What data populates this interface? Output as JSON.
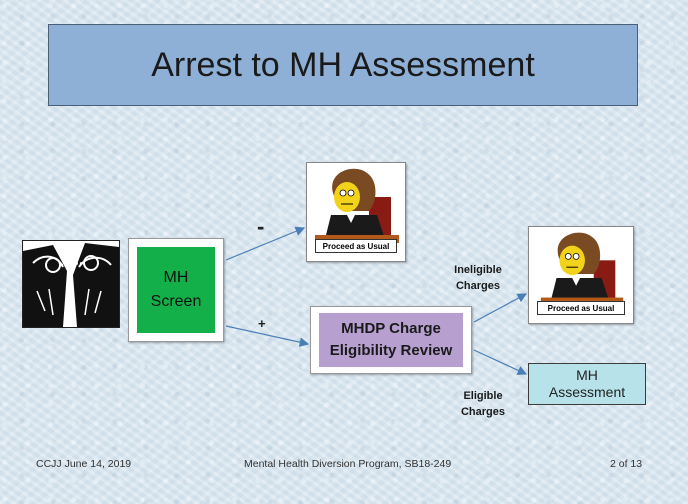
{
  "title": "Arrest to MH Assessment",
  "mh_screen": {
    "line1": "MH",
    "line2": "Screen"
  },
  "judge_label": "Proceed as Usual",
  "review": {
    "line1": "MHDP Charge",
    "line2": "Eligibility Review"
  },
  "assessment": {
    "line1": "MH",
    "line2": "Assessment"
  },
  "labels": {
    "minus": "-",
    "plus": "+",
    "ineligible_line1": "Ineligible",
    "ineligible_line2": "Charges",
    "eligible_line1": "Eligible",
    "eligible_line2": "Charges"
  },
  "footer": {
    "left": "CCJJ  June 14, 2019",
    "center": "Mental Health Diversion Program, SB18-249",
    "right": "2 of 13"
  },
  "colors": {
    "title_fill": "#8fb0d6",
    "screen_fill": "#13b04a",
    "review_fill": "#b79fd0",
    "assessment_fill": "#b8e2ea",
    "arrow": "#4a7fb5"
  },
  "icons": [
    "handcuffs-icon",
    "judge-icon"
  ]
}
